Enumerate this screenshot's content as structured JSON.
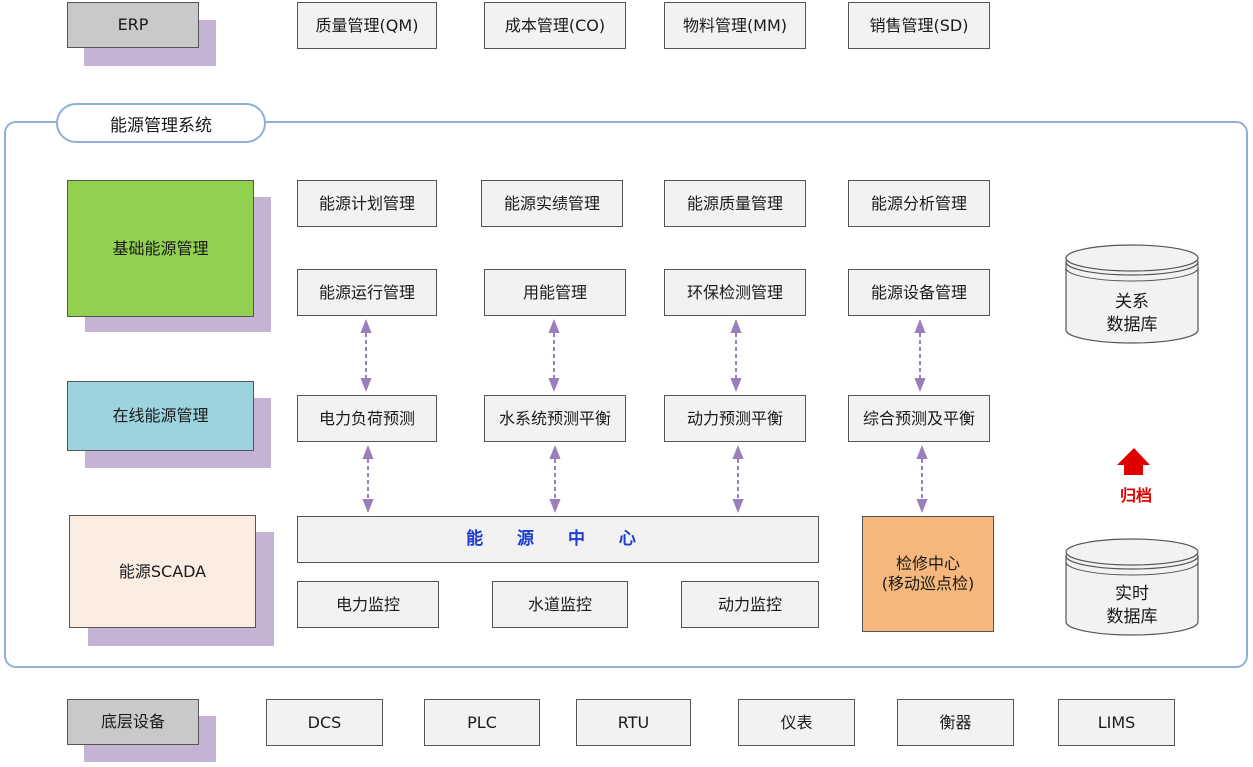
{
  "top": {
    "tag": "ERP",
    "modules": [
      "质量管理(QM)",
      "成本管理(CO)",
      "物料管理(MM)",
      "销售管理(SD)"
    ]
  },
  "system": {
    "title": "能源管理系统",
    "layers": {
      "basic": "基础能源管理",
      "online": "在线能源管理",
      "scada": "能源SCADA"
    },
    "basic_row1": [
      "能源计划管理",
      "能源实绩管理",
      "能源质量管理",
      "能源分析管理"
    ],
    "basic_row2": [
      "能源运行管理",
      "用能管理",
      "环保检测管理",
      "能源设备管理"
    ],
    "online_row": [
      "电力负荷预测",
      "水系统预测平衡",
      "动力预测平衡",
      "综合预测及平衡"
    ],
    "energy_center": "能 源 中 心",
    "monitors": [
      "电力监控",
      "水道监控",
      "动力监控"
    ],
    "maintenance": "检修中心",
    "maintenance_sub": "(移动巡点检)",
    "db_relational": [
      "关系",
      "数据库"
    ],
    "db_realtime": [
      "实时",
      "数据库"
    ],
    "archive": "归档"
  },
  "bottom": {
    "tag": "底层设备",
    "devices": [
      "DCS",
      "PLC",
      "RTU",
      "仪表",
      "衡器",
      "LIMS"
    ]
  },
  "colors": {
    "frame": "#8fb0d8",
    "shadow": "#c5b3d3",
    "basic": "#92d050",
    "online": "#9dd3df",
    "scada": "#fcede3",
    "maintenance": "#f5b77c",
    "arrow": "#9b7fbd",
    "archive": "#e00000",
    "energy_center_text": "#1f3dd1"
  }
}
